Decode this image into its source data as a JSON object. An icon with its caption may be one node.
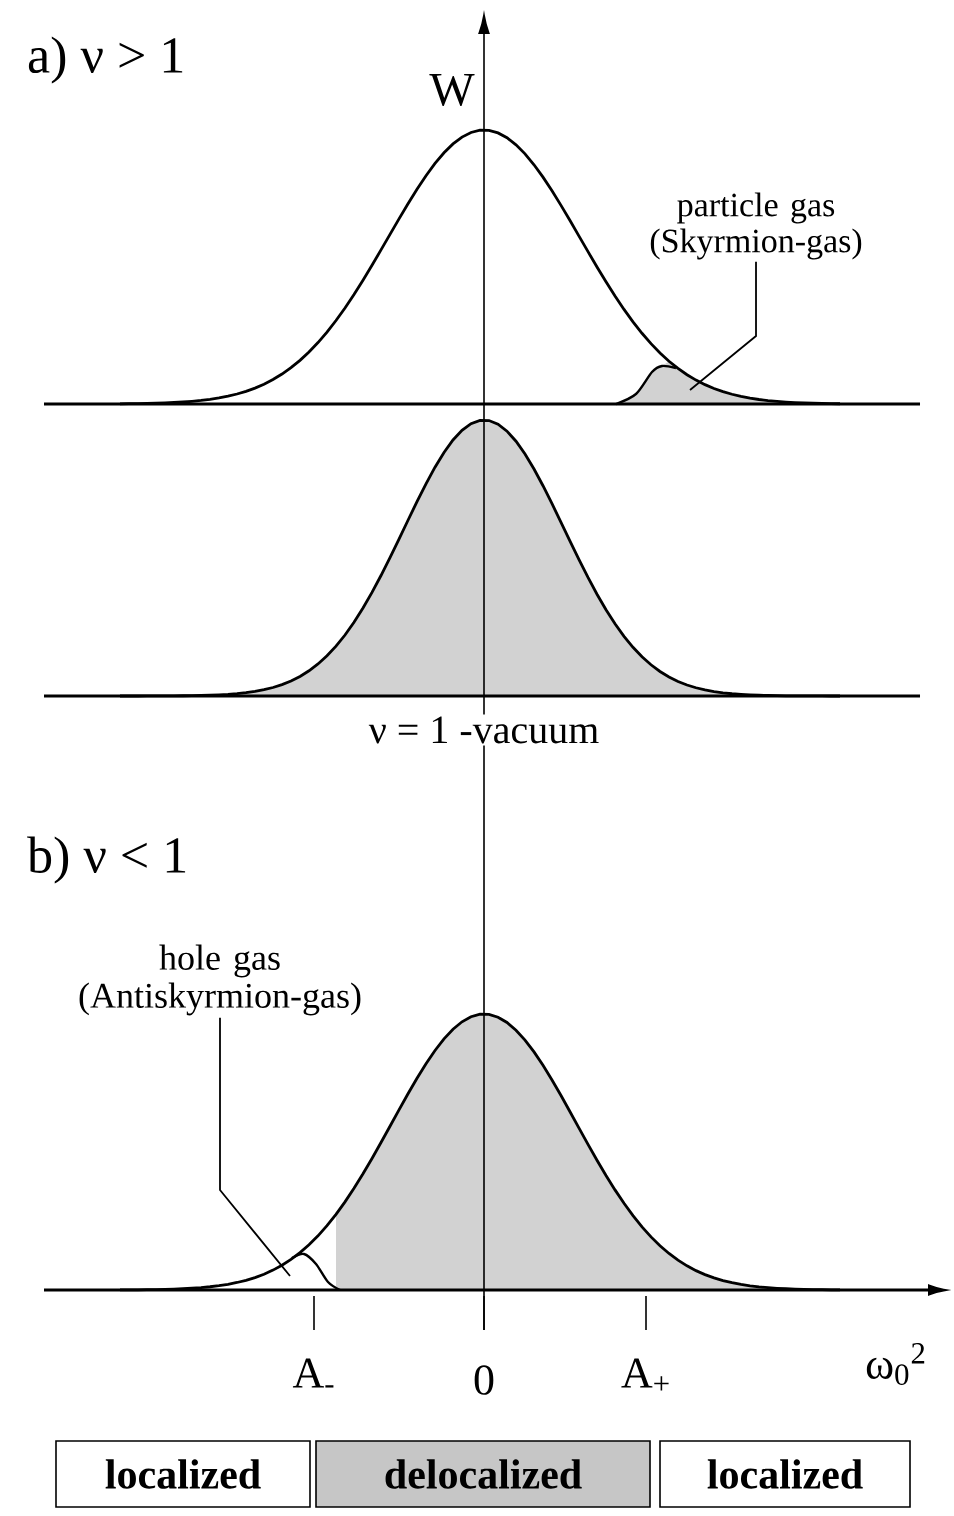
{
  "diagram": {
    "nodes": [
      {
        "text": [
          "particle gas (Skyrmion-gas)"
        ]
      },
      {
        "text": [
          "hole gas (Antiskyrmion-gas)"
        ]
      },
      {
        "text": [
          "localized"
        ]
      },
      {
        "text": [
          "delocalized"
        ]
      },
      {
        "text": [
          "localized"
        ]
      }
    ],
    "edges": [
      {
        "from": 0,
        "to": null,
        "arrow": "none"
      },
      {
        "from": 1,
        "to": null,
        "arrow": "none"
      }
    ],
    "labels": [
      "a)  ν > 1",
      "W",
      "ν = 1 -vacuum",
      "b)  ν < 1",
      "A$_{-}$",
      "0",
      "A$_{+}$",
      "ω$_{0}$$^{2}$"
    ]
  }
}
